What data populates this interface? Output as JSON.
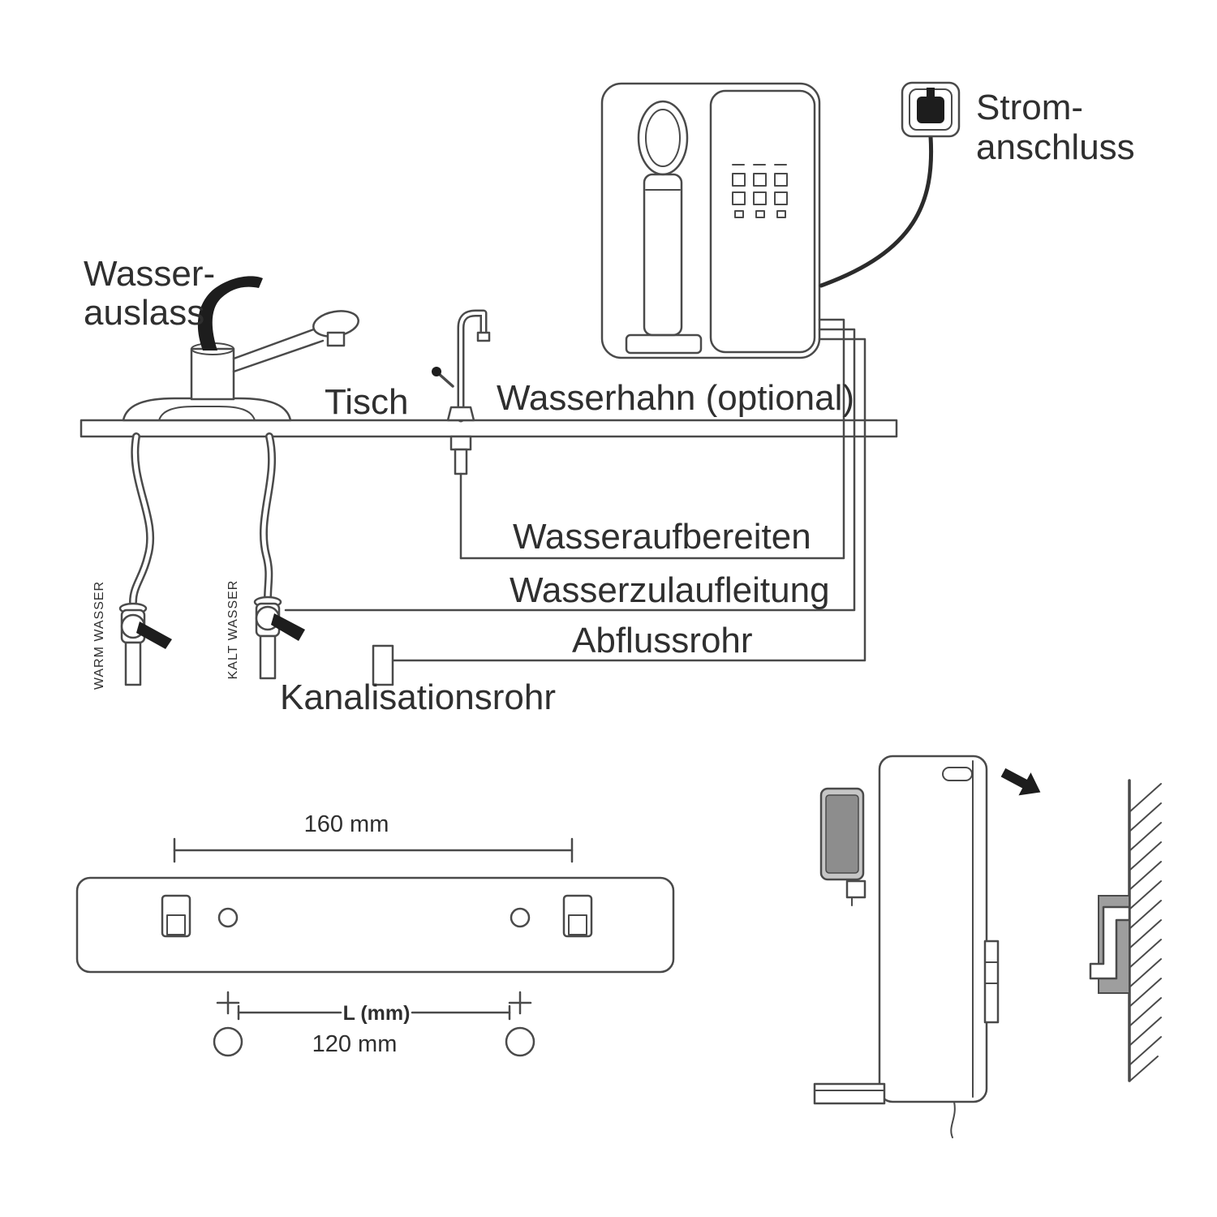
{
  "diagram": {
    "title": "Water dispenser installation diagram",
    "labels": {
      "water_outlet_line1": "Wasser-",
      "water_outlet_line2": "auslass",
      "table": "Tisch",
      "faucet_optional": "Wasserhahn (optional)",
      "power_line1": "Strom-",
      "power_line2": "anschluss",
      "water_treatment_line": "Wasseraufbereiten",
      "water_supply_line": "Wasserzulaufleitung",
      "drain_pipe": "Abflussrohr",
      "sewer_pipe": "Kanalisationsrohr",
      "warm_water": "WARM WASSER",
      "cold_water": "KALT WASSER"
    },
    "dimensions": {
      "bracket_width": "160 mm",
      "length_label": "L (mm)",
      "hole_distance": "120 mm"
    },
    "colors": {
      "line": "#4a4a4a",
      "text": "#2f2f2f",
      "dark_fill": "#1d1d1d",
      "wall_shade": "#9e9e9e",
      "background": "#ffffff"
    }
  }
}
